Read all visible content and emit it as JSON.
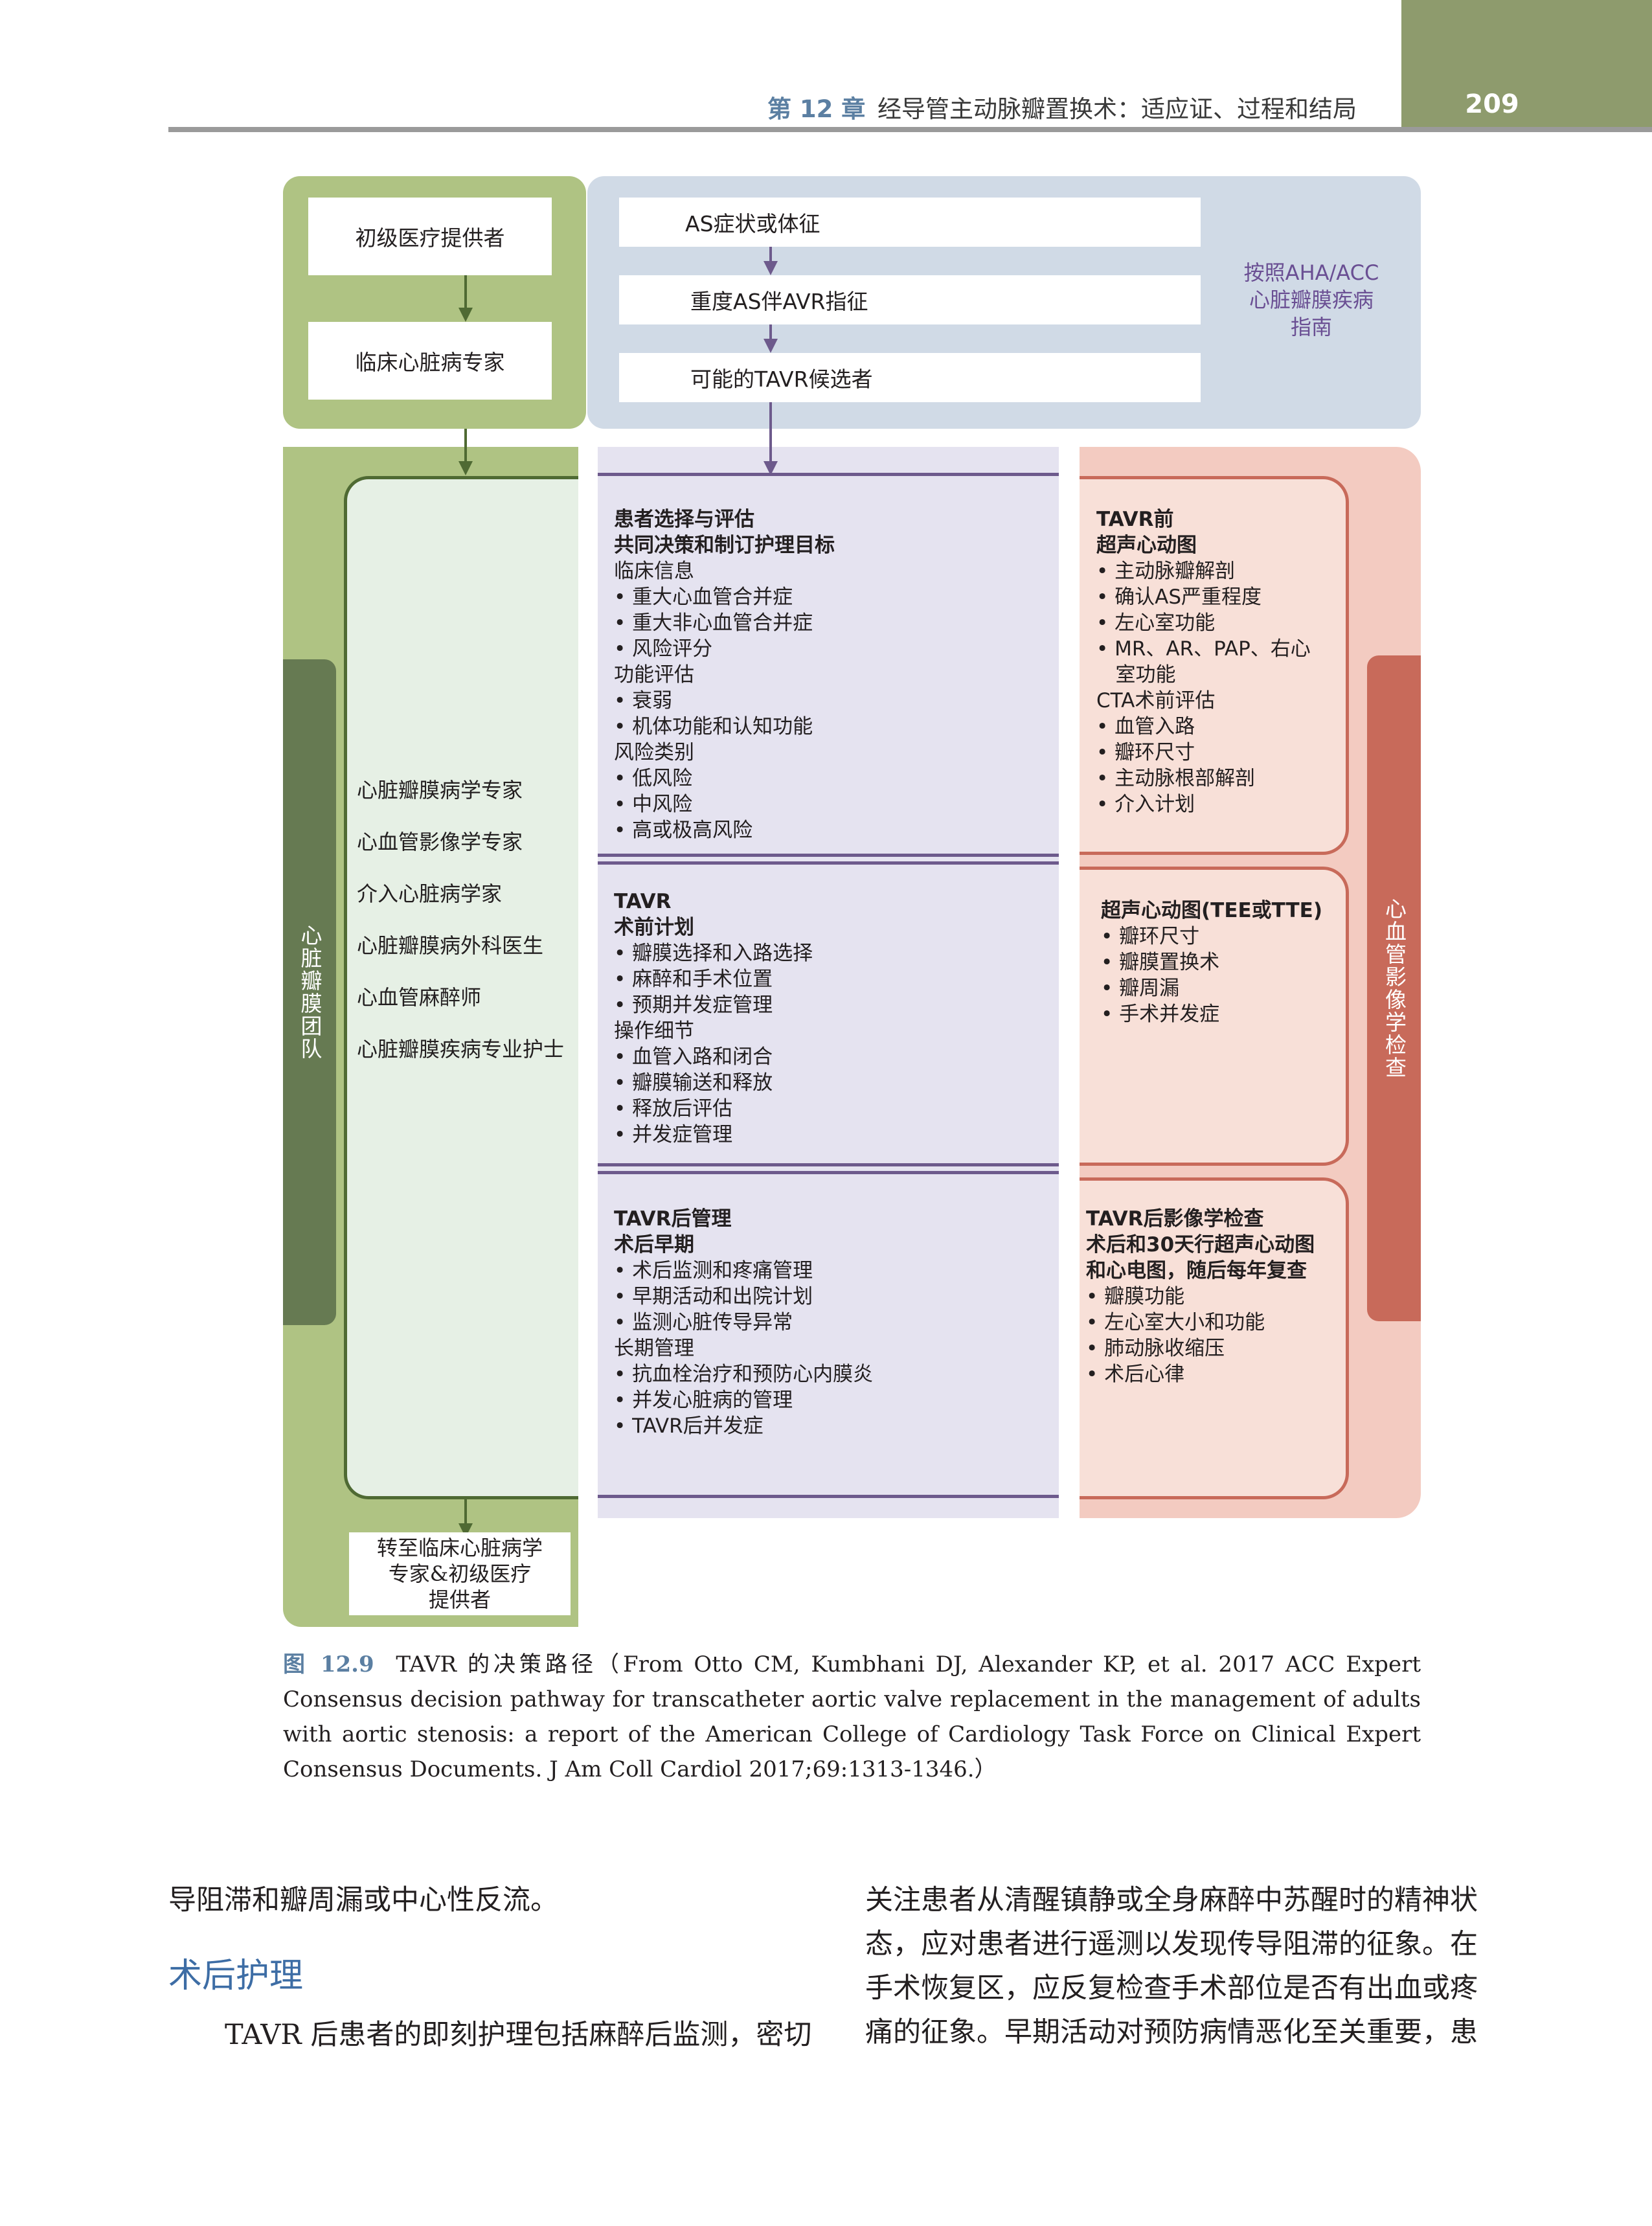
{
  "header": {
    "chapter_label": "第 12 章",
    "chapter_title": "经导管主动脉瓣置换术：适应证、过程和结局",
    "page_number": "209"
  },
  "figure": {
    "left_flow": {
      "box1": "初级医疗提供者",
      "box2": "临床心脏病专家",
      "final_lines": [
        "转至临床心脏病学",
        "专家&初级医疗",
        "提供者"
      ]
    },
    "top_flow": {
      "step1": "AS症状或体征",
      "step2": "重度AS伴AVR指征",
      "step3": "可能的TAVR候选者",
      "guideline_lines": [
        "按照AHA/ACC",
        "心脏瓣膜疾病",
        "指南"
      ]
    },
    "team_label": "心脏瓣膜团队",
    "team_members": [
      "心脏瓣膜病学专家",
      "心血管影像学专家",
      "介入心脏病学家",
      "心脏瓣膜病外科医生",
      "心血管麻醉师",
      "心脏瓣膜疾病专业护士"
    ],
    "imaging_label": "心血管影像学检查",
    "middle_sections": [
      {
        "lines": [
          {
            "t": "患者选择与评估",
            "b": true
          },
          {
            "t": "共同决策和制订护理目标",
            "b": true
          },
          {
            "t": "临床信息"
          },
          {
            "t": "• 重大心血管合并症"
          },
          {
            "t": "• 重大非心血管合并症"
          },
          {
            "t": "• 风险评分"
          },
          {
            "t": "功能评估"
          },
          {
            "t": "• 衰弱"
          },
          {
            "t": "• 机体功能和认知功能"
          },
          {
            "t": "风险类别"
          },
          {
            "t": "• 低风险"
          },
          {
            "t": "• 中风险"
          },
          {
            "t": "• 高或极高风险"
          }
        ]
      },
      {
        "lines": [
          {
            "t": "TAVR",
            "b": true
          },
          {
            "t": "术前计划",
            "b": true
          },
          {
            "t": "• 瓣膜选择和入路选择"
          },
          {
            "t": "• 麻醉和手术位置"
          },
          {
            "t": "• 预期并发症管理"
          },
          {
            "t": "操作细节"
          },
          {
            "t": "• 血管入路和闭合"
          },
          {
            "t": "• 瓣膜输送和释放"
          },
          {
            "t": "• 释放后评估"
          },
          {
            "t": "• 并发症管理"
          }
        ]
      },
      {
        "lines": [
          {
            "t": "TAVR后管理",
            "b": true
          },
          {
            "t": "术后早期",
            "b": true
          },
          {
            "t": "• 术后监测和疼痛管理"
          },
          {
            "t": "• 早期活动和出院计划"
          },
          {
            "t": "• 监测心脏传导异常"
          },
          {
            "t": "长期管理"
          },
          {
            "t": "• 抗血栓治疗和预防心内膜炎"
          },
          {
            "t": "• 并发心脏病的管理"
          },
          {
            "t": "• TAVR后并发症"
          }
        ]
      }
    ],
    "right_sections": [
      {
        "lines": [
          {
            "t": "TAVR前",
            "b": true
          },
          {
            "t": "超声心动图",
            "b": true
          },
          {
            "t": "• 主动脉瓣解剖"
          },
          {
            "t": "• 确认AS严重程度"
          },
          {
            "t": "• 左心室功能"
          },
          {
            "t": "• MR、AR、PAP、右心"
          },
          {
            "t": "   室功能"
          },
          {
            "t": "CTA术前评估",
            "b": true
          },
          {
            "t": "• 血管入路"
          },
          {
            "t": "• 瓣环尺寸"
          },
          {
            "t": "• 主动脉根部解剖"
          },
          {
            "t": "• 介入计划"
          }
        ]
      },
      {
        "lines": [
          {
            "t": "超声心动图(TEE或TTE)",
            "b": true
          },
          {
            "t": "• 瓣环尺寸"
          },
          {
            "t": "• 瓣膜置换术"
          },
          {
            "t": "• 瓣周漏"
          },
          {
            "t": "• 手术并发症"
          }
        ]
      },
      {
        "lines": [
          {
            "t": "TAVR后影像学检查",
            "b": true
          },
          {
            "t": "术后和30天行超声心动图",
            "b": true
          },
          {
            "t": "和心电图，随后每年复查",
            "b": true
          },
          {
            "t": "• 瓣膜功能"
          },
          {
            "t": "• 左心室大小和功能"
          },
          {
            "t": "• 肺动脉收缩压"
          },
          {
            "t": "• 术后心律"
          }
        ]
      }
    ],
    "caption_label": "图 12.9",
    "caption_text": "TAVR 的决策路径（From Otto CM, Kumbhani DJ, Alexander KP, et al. 2017 ACC Expert Consensus decision pathway for transcatheter aortic valve replacement in the management of adults with aortic stenosis: a report of the American College of Cardiology Task Force on Clinical Expert Consensus Documents. J Am Coll Cardiol 2017;69:1313-1346.）"
  },
  "body": {
    "left_line1": "导阻滞和瓣周漏或中心性反流。",
    "section_title": "术后护理",
    "left_para": "TAVR 后患者的即刻护理包括麻醉后监测，密切",
    "right_lines": [
      "关注患者从清醒镇静或全身麻醉中苏醒时的精神状",
      "态，应对患者进行遥测以发现传导阻滞的征象。在",
      "手术恢复区，应反复检查手术部位是否有出血或疼",
      "痛的征象。早期活动对预防病情恶化至关重要，患"
    ]
  }
}
